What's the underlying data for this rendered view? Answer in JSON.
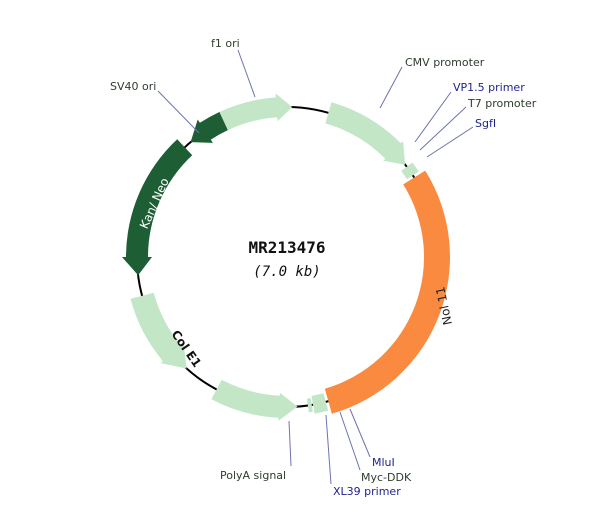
{
  "plasmid": {
    "name": "MR213476",
    "size": "(7.0 kb)"
  },
  "colors": {
    "light_feature": "#c2e6c6",
    "dark_feature": "#1e5e34",
    "orange_feature": "#f98a3f",
    "backbone": "#000000",
    "outer_label": "#2f3d2f",
    "primer_label": "#1f1f8f",
    "leader": "#6c73b0"
  },
  "outer_labels": {
    "f1_ori": "f1 ori",
    "cmv_promoter": "CMV promoter",
    "vp15_primer": "VP1.5 primer",
    "t7_promoter": "T7 promoter",
    "sgfi": "SgfI",
    "sv40_ori": "SV40 ori",
    "polya_signal": "PolyA signal",
    "xl39_primer": "XL39 primer",
    "myc_ddk": "Myc-DDK",
    "mlui": "MluI"
  },
  "inner_labels": {
    "kan_neo": "Kan/ Neo",
    "col_e1": "Col E1",
    "nol11": "Nol 11"
  }
}
